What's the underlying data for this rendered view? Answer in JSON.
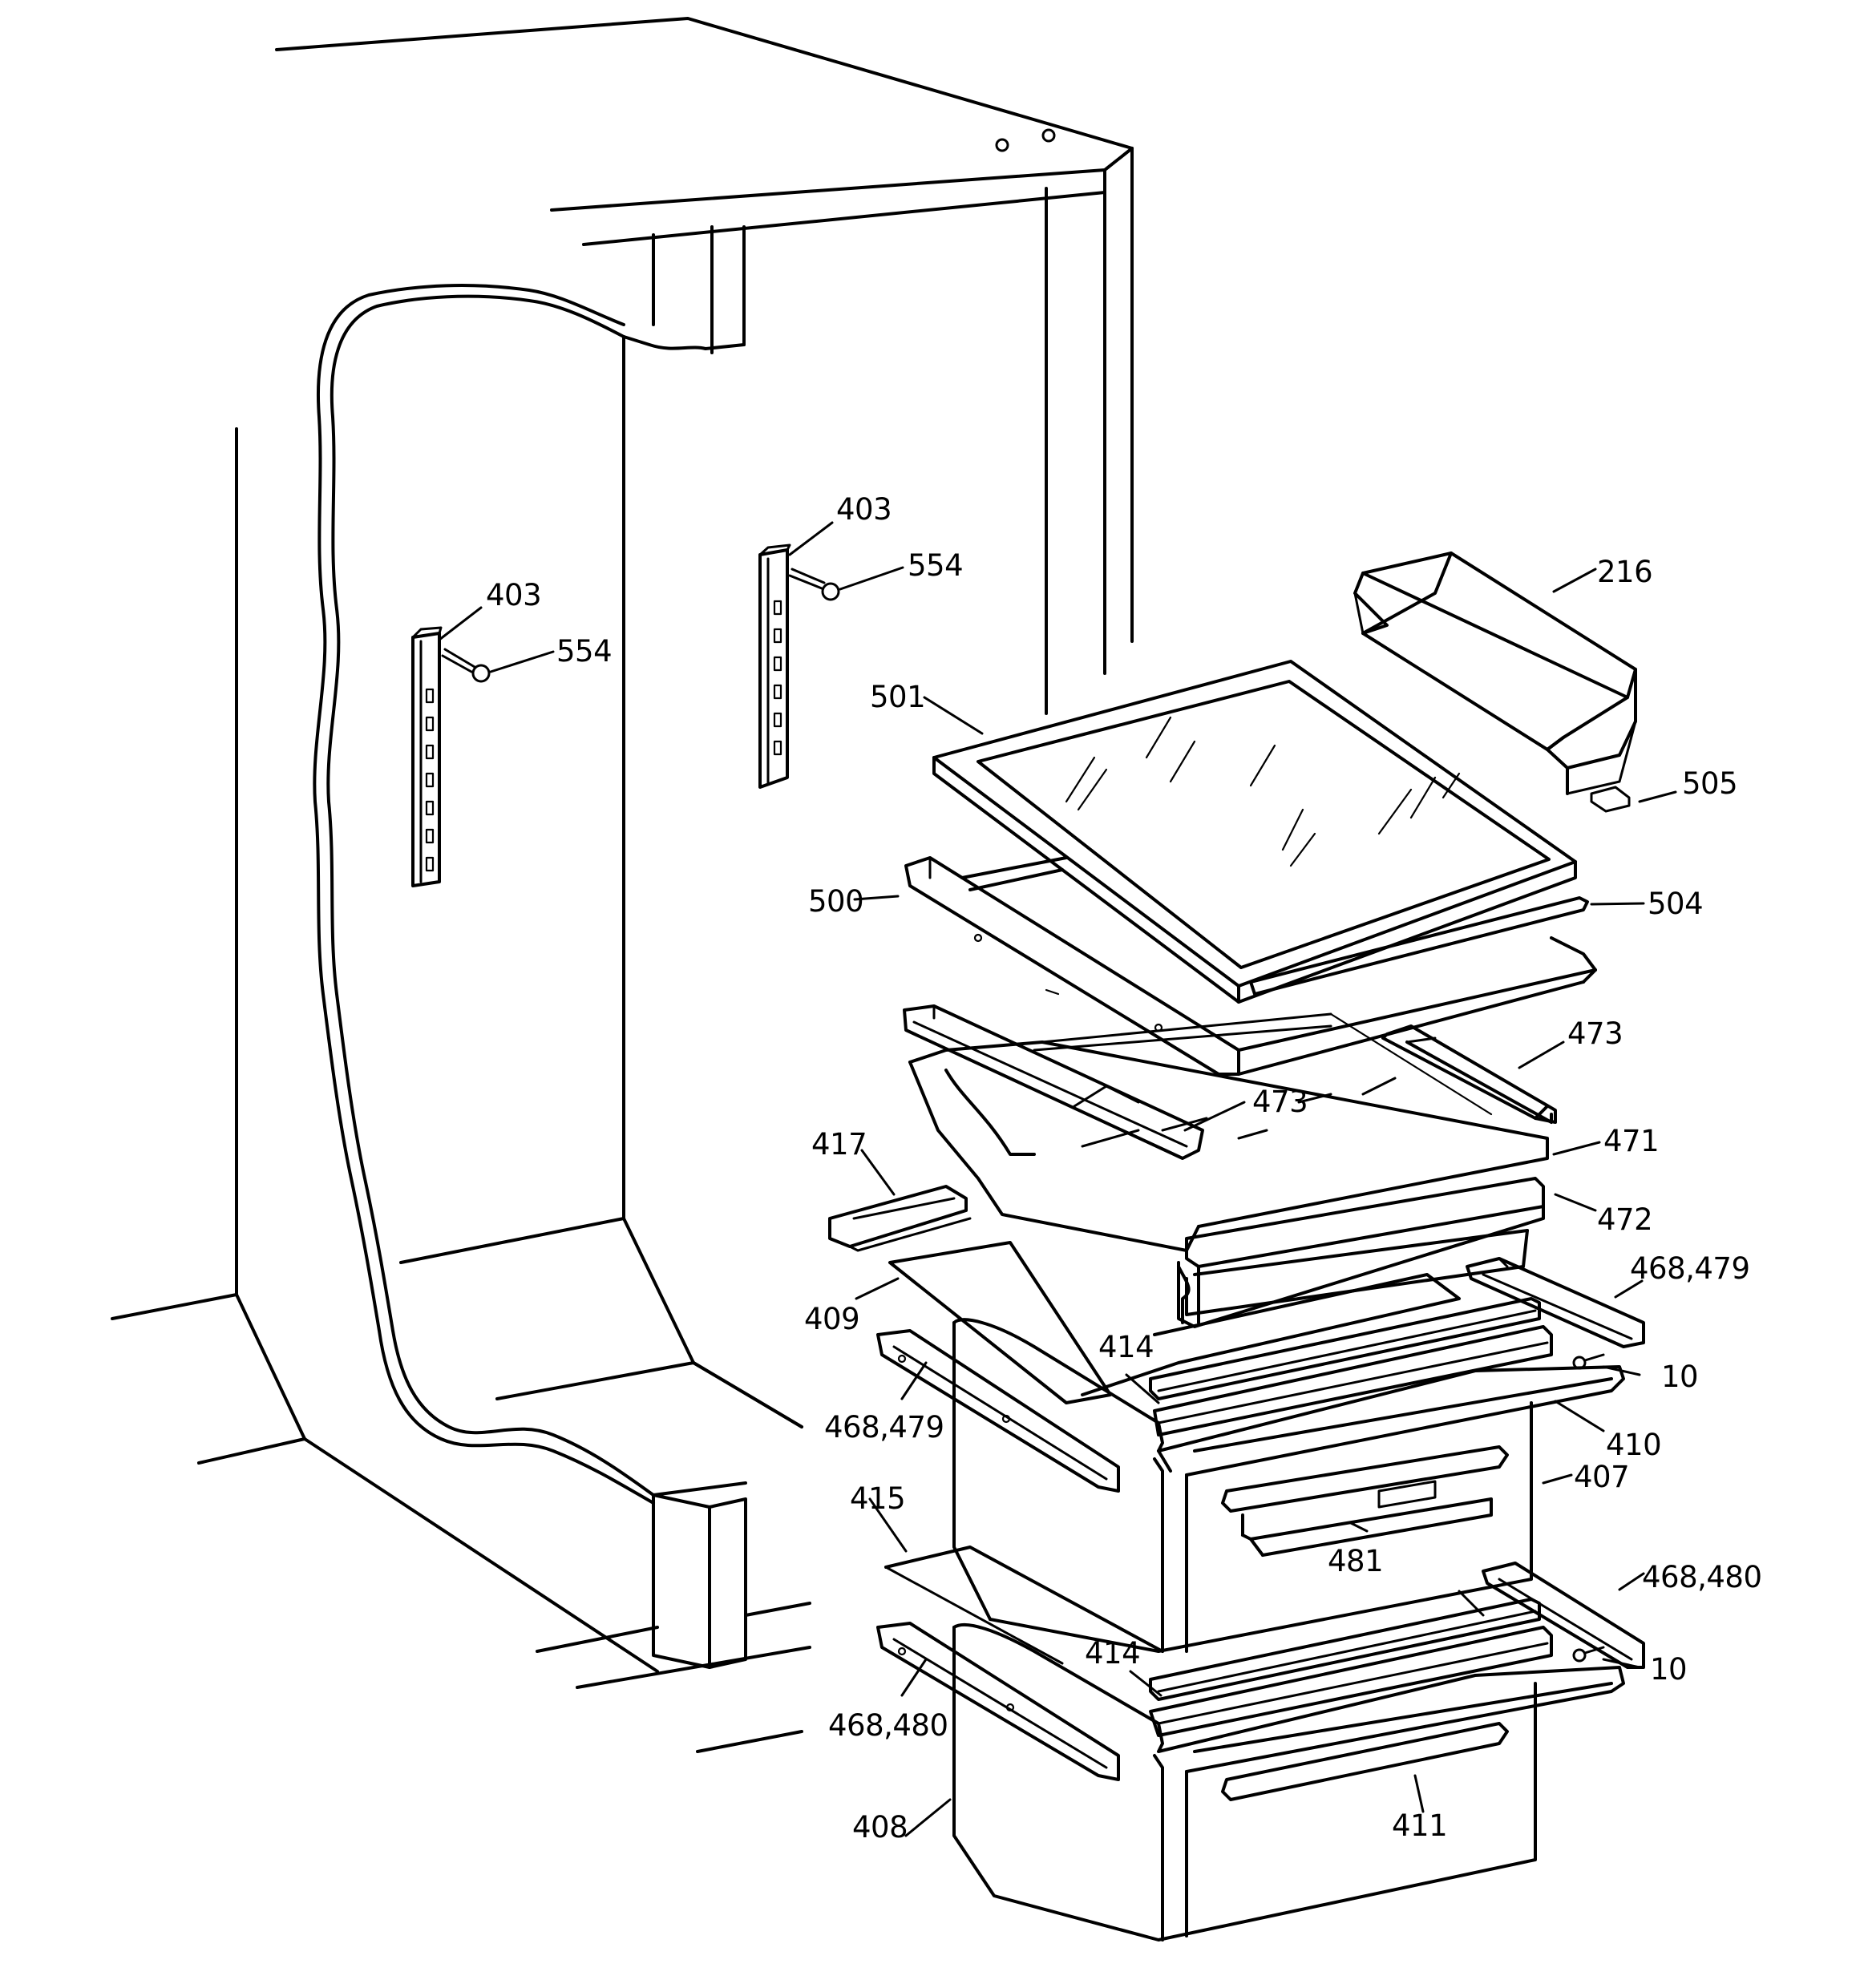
{
  "callouts": [
    {
      "id": "c403a",
      "text": "403"
    },
    {
      "id": "c554a",
      "text": "554"
    },
    {
      "id": "c403b",
      "text": "403"
    },
    {
      "id": "c554b",
      "text": "554"
    },
    {
      "id": "c216",
      "text": "216"
    },
    {
      "id": "c501",
      "text": "501"
    },
    {
      "id": "c505",
      "text": "505"
    },
    {
      "id": "c500",
      "text": "500"
    },
    {
      "id": "c504",
      "text": "504"
    },
    {
      "id": "c473a",
      "text": "473"
    },
    {
      "id": "c473b",
      "text": "473"
    },
    {
      "id": "c471",
      "text": "471"
    },
    {
      "id": "c417",
      "text": "417"
    },
    {
      "id": "c472",
      "text": "472"
    },
    {
      "id": "c468479a",
      "text": "468,479"
    },
    {
      "id": "c409",
      "text": "409"
    },
    {
      "id": "c414a",
      "text": "414"
    },
    {
      "id": "c10a",
      "text": "10"
    },
    {
      "id": "c468479b",
      "text": "468,479"
    },
    {
      "id": "c410",
      "text": "410"
    },
    {
      "id": "c407",
      "text": "407"
    },
    {
      "id": "c415",
      "text": "415"
    },
    {
      "id": "c481",
      "text": "481"
    },
    {
      "id": "c468480a",
      "text": "468,480"
    },
    {
      "id": "c414b",
      "text": "414"
    },
    {
      "id": "c10b",
      "text": "10"
    },
    {
      "id": "c468480b",
      "text": "468,480"
    },
    {
      "id": "c411",
      "text": "411"
    },
    {
      "id": "c408",
      "text": "408"
    }
  ]
}
